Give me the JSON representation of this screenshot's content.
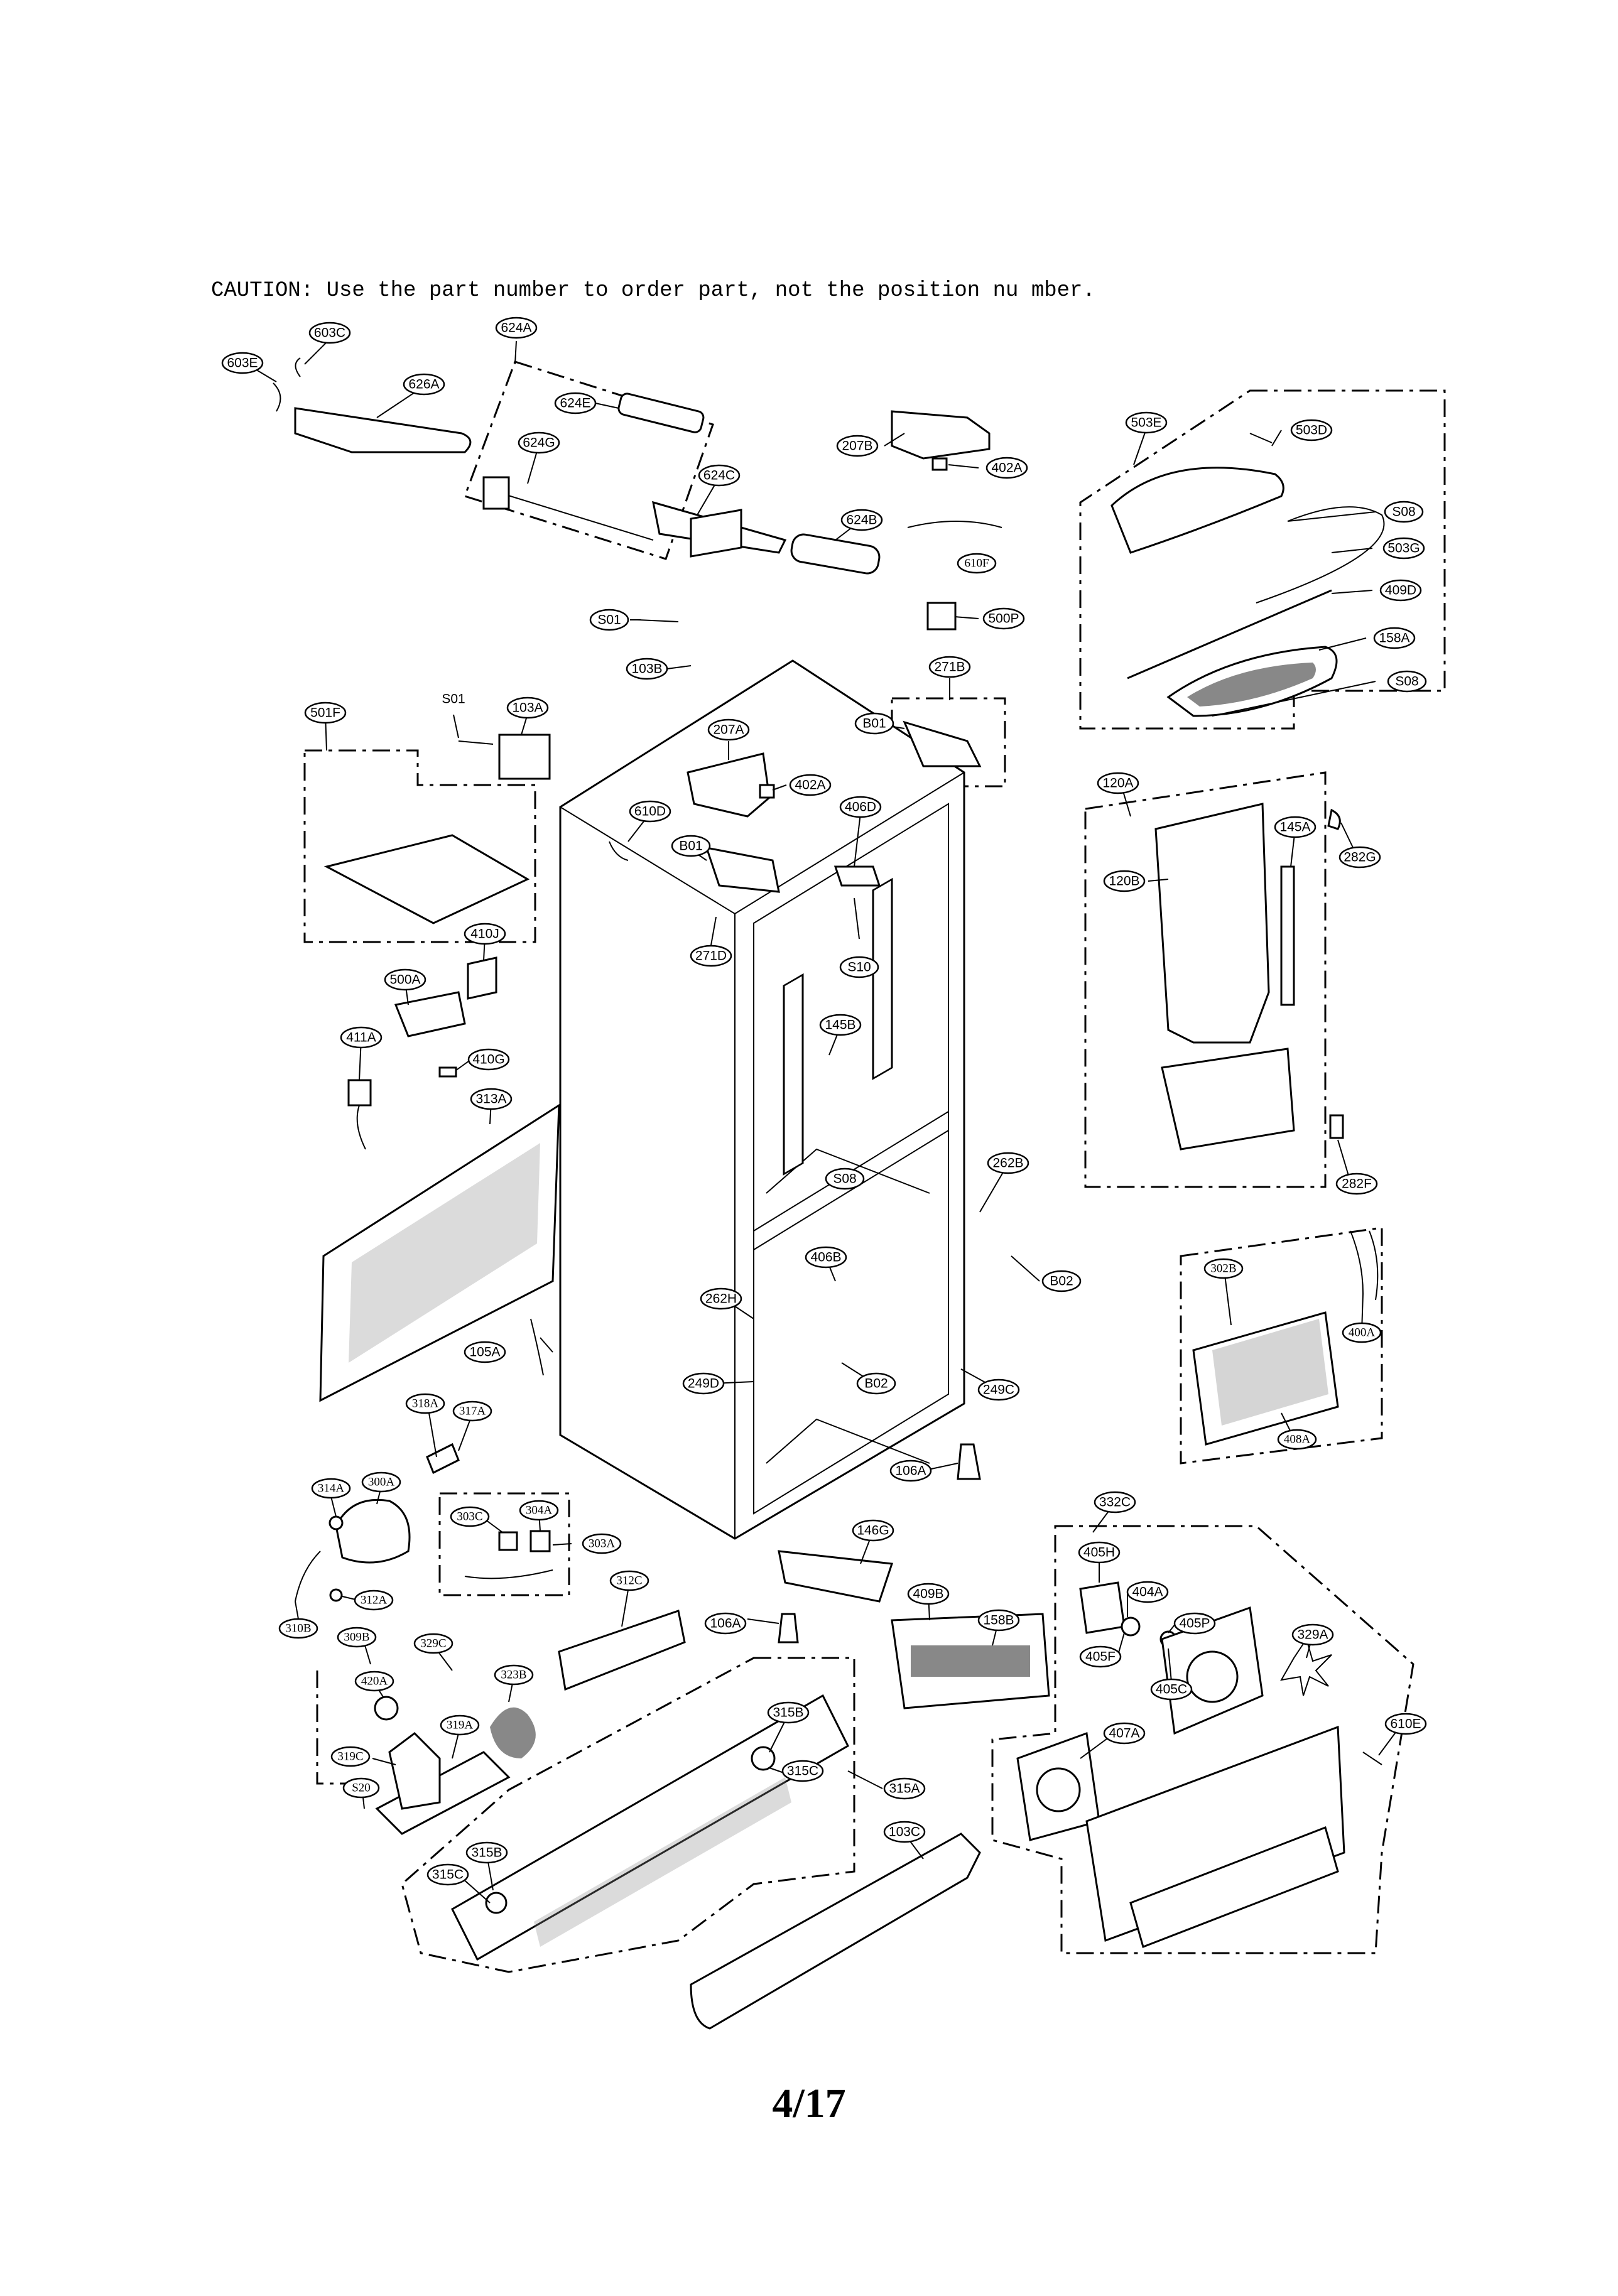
{
  "header": {
    "caution": "CAUTION: Use the part number to order part, not the position nu mber."
  },
  "footer": {
    "page": "4/17"
  },
  "callouts": {
    "c603C": "603C",
    "c603E": "603E",
    "c626A": "626A",
    "c624A": "624A",
    "c624E": "624E",
    "c624G": "624G",
    "c624C": "624C",
    "c624B": "624B",
    "c207B": "207B",
    "c402A_top": "402A",
    "c610F": "610F",
    "c500P": "500P",
    "c503E": "503E",
    "c503D": "503D",
    "c503G": "503G",
    "c409D": "409D",
    "c158A": "158A",
    "cS08_a": "S08",
    "cS08_b": "S08",
    "cS08_c": "S08",
    "cS01_a": "S01",
    "cS01_b": "S01",
    "c103B": "103B",
    "c103A": "103A",
    "c271B": "271B",
    "cB01_a": "B01",
    "cB01_b": "B01",
    "c207A": "207A",
    "c402A": "402A",
    "c406D": "406D",
    "c610D": "610D",
    "c271D": "271D",
    "cS10": "S10",
    "c501F": "501F",
    "c410J": "410J",
    "c500A": "500A",
    "c411A": "411A",
    "c410G": "410G",
    "c313A": "313A",
    "c145B": "145B",
    "c120A": "120A",
    "c120B": "120B",
    "c145A": "145A",
    "c282G": "282G",
    "c282F": "282F",
    "c262B": "262B",
    "cB02_a": "B02",
    "cB02_b": "B02",
    "c406B": "406B",
    "c262H": "262H",
    "c105A": "105A",
    "c249D": "249D",
    "c249C": "249C",
    "c302B": "302B",
    "c400A": "400A",
    "c408A": "408A",
    "c318A": "318A",
    "c317A": "317A",
    "c106A_a": "106A",
    "c106A_b": "106A",
    "c314A": "314A",
    "c300A": "300A",
    "c303C": "303C",
    "c304A": "304A",
    "c303A": "303A",
    "c312A": "312A",
    "c310B": "310B",
    "c312C": "312C",
    "c146G": "146G",
    "c332C": "332C",
    "c405H": "405H",
    "c404A": "404A",
    "c405P": "405P",
    "c405F": "405F",
    "c405C": "405C",
    "c329A": "329A",
    "c409B": "409B",
    "c158B": "158B",
    "c309B": "309B",
    "c329C": "329C",
    "c420A": "420A",
    "c323B": "323B",
    "c319A": "319A",
    "c319C": "319C",
    "cS20": "S20",
    "c315B_a": "315B",
    "c315C_a": "315C",
    "c315A": "315A",
    "c315B_b": "315B",
    "c315C_b": "315C",
    "c103C": "103C",
    "c407A": "407A",
    "c610E": "610E"
  }
}
